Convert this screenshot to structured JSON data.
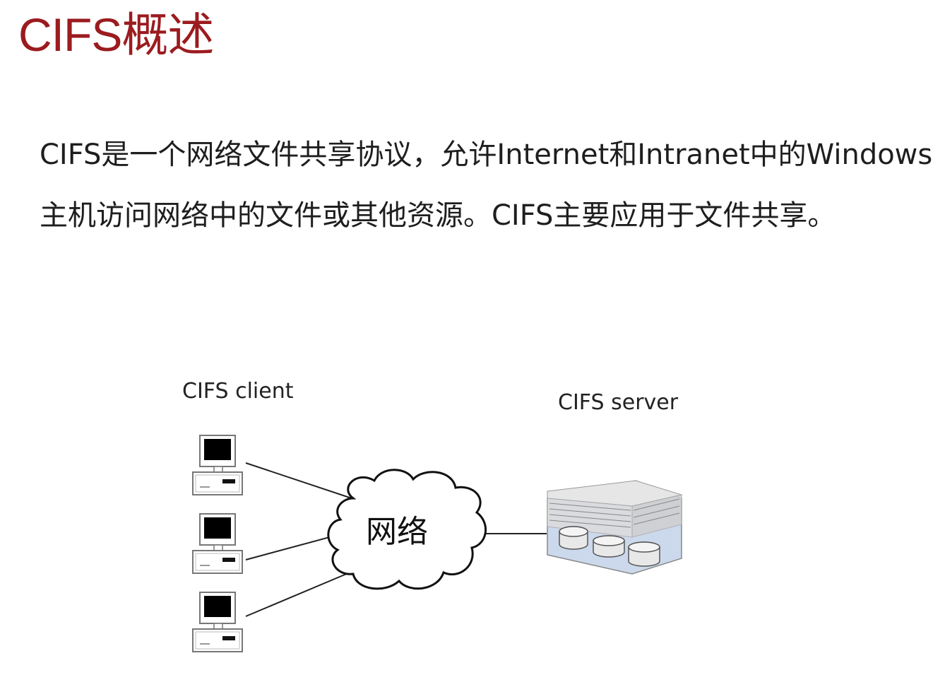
{
  "slide": {
    "title": "CIFS概述",
    "paragraph": "CIFS是一个网络文件共享协议，允许Internet和Intranet中的Windows主机访问网络中的文件或其他资源。CIFS主要应用于文件共享。"
  },
  "diagram": {
    "client_label": "CIFS client",
    "server_label": "CIFS  server",
    "network_label": "网络",
    "client_icon": "desktop-computer-icon",
    "server_icon": "storage-server-icon",
    "network_icon": "cloud-icon",
    "client_count": 3
  },
  "colors": {
    "title": "#9b1b1f",
    "text": "#1e1e1e",
    "server_body": "#c9d6ea"
  }
}
